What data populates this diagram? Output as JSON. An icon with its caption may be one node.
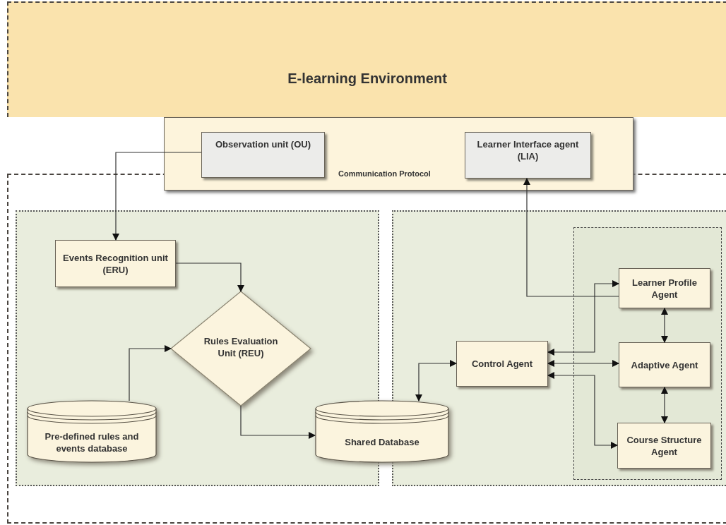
{
  "diagram": {
    "nodes": [
      {
        "text": [
          "E-learning Environment"
        ]
      },
      {
        "text": [
          "Communication Protocol"
        ]
      },
      {
        "text": [],
        "shape": "box"
      },
      {
        "text": [
          "Observation unit (OU)"
        ],
        "in": 1
      },
      {
        "text": [
          "Learner Interface agent (LIA)"
        ],
        "in": 1
      },
      {
        "text": [],
        "shape": "box",
        "in": 2
      },
      {
        "text": [
          "Events Recognition unit (ERU)"
        ],
        "in": 5
      },
      {
        "text": [
          "Rules Evaluation Unit (REU)"
        ],
        "in": 5
      },
      {
        "text": [
          "Pre-defined rules and events database"
        ],
        "in": 5
      },
      {
        "text": [
          "Shared Database"
        ],
        "in": 2
      },
      {
        "text": [],
        "shape": "box",
        "in": 2
      },
      {
        "text": [
          "Control Agent"
        ],
        "in": 10
      },
      {
        "text": [],
        "shape": "box",
        "in": 10
      },
      {
        "text": [
          "Learner Profile Agent"
        ],
        "in": 12
      },
      {
        "text": [
          "Adaptive Agent"
        ],
        "in": 12
      },
      {
        "text": [
          "Course Structure Agent"
        ],
        "in": 12
      }
    ],
    "edges": [
      {
        "from": 3,
        "to": 6,
        "arrow": "to"
      },
      {
        "from": 6,
        "to": 7,
        "arrow": "to"
      },
      {
        "from": 8,
        "to": 7,
        "arrow": "to"
      },
      {
        "from": 7,
        "to": 9,
        "arrow": "to"
      },
      {
        "from": 9,
        "to": 11,
        "arrow": "both"
      },
      {
        "from": 13,
        "to": 4,
        "arrow": "to"
      },
      {
        "from": 11,
        "to": 13,
        "arrow": "both"
      },
      {
        "from": 11,
        "to": 14,
        "arrow": "both"
      },
      {
        "from": 11,
        "to": 15,
        "arrow": "both"
      },
      {
        "from": 13,
        "to": 14,
        "arrow": "both"
      },
      {
        "from": 14,
        "to": 15,
        "arrow": "both"
      }
    ]
  }
}
